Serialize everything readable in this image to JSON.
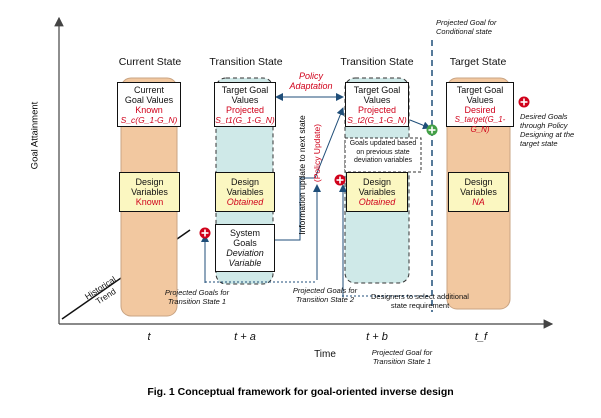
{
  "axes": {
    "y_label": "Goal Attainment",
    "x_label": "Time",
    "ticks": [
      "t",
      "t + a",
      "t + b",
      "t_f"
    ]
  },
  "columns": [
    {
      "header": "Current State",
      "goal_box": [
        "Current",
        "Goal Values",
        "Known"
      ],
      "goal_formula": "S_c(G_1-G_N)",
      "design_box": [
        "Design",
        "Variables",
        "Known"
      ]
    },
    {
      "header": "Transition State",
      "goal_box": [
        "Target Goal",
        "Values",
        "Projected"
      ],
      "goal_formula": "S_t1(G_1-G_N)",
      "design_box": [
        "Design",
        "Variables",
        "Obtained"
      ],
      "system_box": [
        "System",
        "Goals",
        "Deviation",
        "Variable"
      ]
    },
    {
      "header": "Transition State",
      "goal_box": [
        "Target Goal",
        "Values",
        "Projected"
      ],
      "goal_formula": "S_t2(G_1-G_N)",
      "design_box": [
        "Design",
        "Variables",
        "Obtained"
      ]
    },
    {
      "header": "Target State",
      "goal_box": [
        "Target Goal",
        "Values",
        "Desired"
      ],
      "goal_formula": "S_target(G_1-G_N)",
      "design_box": [
        "Design",
        "Variables",
        "NA"
      ]
    }
  ],
  "annotations": {
    "policy_adaptation": [
      "Policy",
      "Adaptation"
    ],
    "policy_update": "(Policy Update)",
    "information_update": "Information update to next state",
    "goals_updated": [
      "Goals updated based",
      "on previous state",
      "deviation variables"
    ],
    "historical_trend": [
      "Historical",
      "Trend"
    ],
    "projected_ts1": [
      "Projected Goals for",
      "Transition State 1"
    ],
    "projected_ts2": [
      "Projected Goals for",
      "Transition State 2"
    ],
    "designers": [
      "Designers to select additional",
      "state requirement"
    ],
    "projected_conditional": [
      "Projected Goal for",
      "Conditional state"
    ],
    "desired_goals": [
      "Desired Goals",
      "through Policy",
      "Designing at the",
      "target state"
    ],
    "projected_goal_ts1_bottom": [
      "Projected Goal for",
      "Transition State 1"
    ]
  },
  "caption": "Fig. 1   Conceptual framework for goal-oriented inverse design",
  "colors": {
    "tan_column": "#f2c8a0",
    "teal_column": "#cfe9e8",
    "yellow_box": "#fbf7c1",
    "red_text": "#d0021b",
    "arrow_blue": "#1f4e79",
    "marker_red": "#d0021b",
    "marker_green": "#43a047"
  }
}
